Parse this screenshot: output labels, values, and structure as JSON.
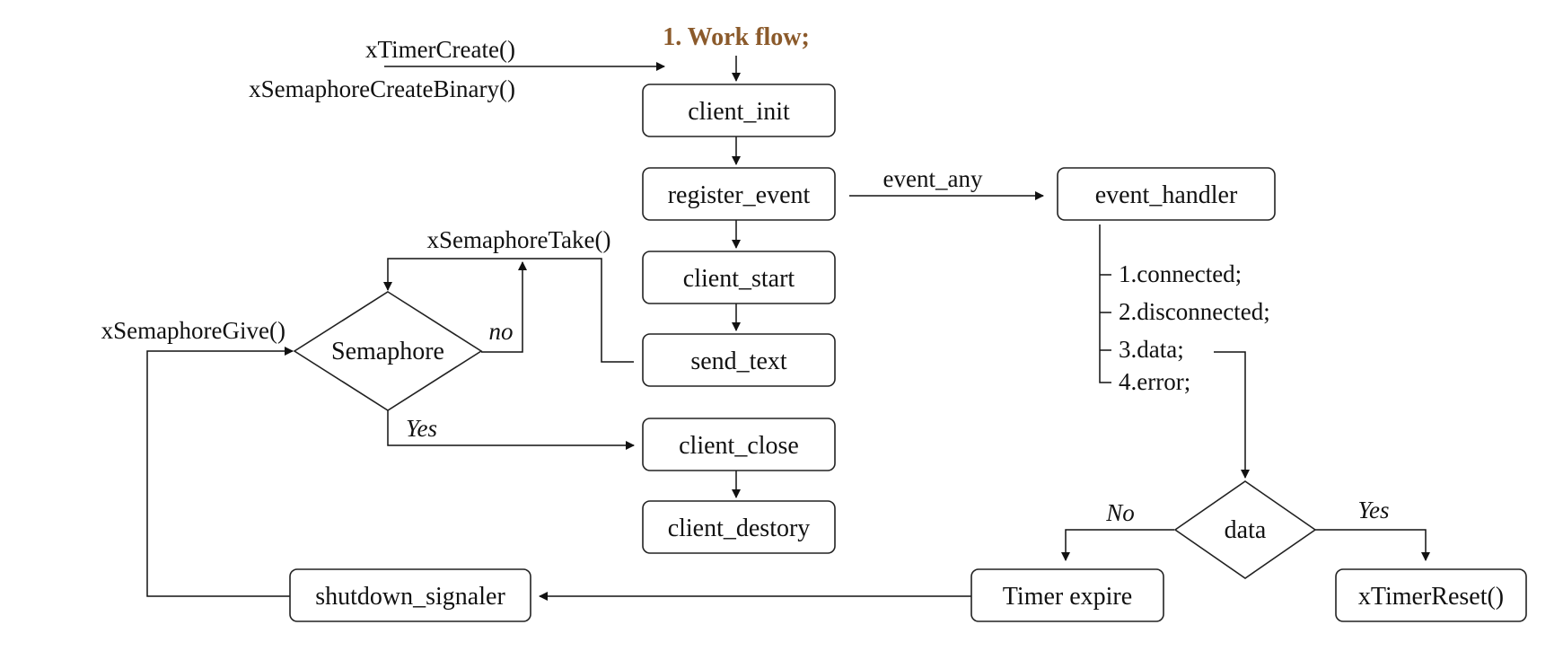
{
  "title": "1. Work flow;",
  "colors": {
    "title": "#8b5a2b",
    "stroke": "#222222"
  },
  "nodes": {
    "client_init": "client_init",
    "register_event": "register_event",
    "client_start": "client_start",
    "send_text": "send_text",
    "client_close": "client_close",
    "client_destory": "client_destory",
    "event_handler": "event_handler",
    "semaphore": "Semaphore",
    "data": "data",
    "timer_expire": "Timer expire",
    "xtimer_reset": "xTimerReset()",
    "shutdown_signaler": "shutdown_signaler"
  },
  "labels": {
    "xtimer_create": "xTimerCreate()",
    "xsemaphore_create_binary": "xSemaphoreCreateBinary()",
    "event_any": "event_any",
    "xsemaphore_take": "xSemaphoreTake()",
    "xsemaphore_give": "xSemaphoreGive()",
    "no_lower": "no",
    "yes_semaphore": "Yes",
    "no_data": "No",
    "yes_data": "Yes"
  },
  "events": [
    "1.connected;",
    "2.disconnected;",
    "3.data;",
    "4.error;"
  ]
}
